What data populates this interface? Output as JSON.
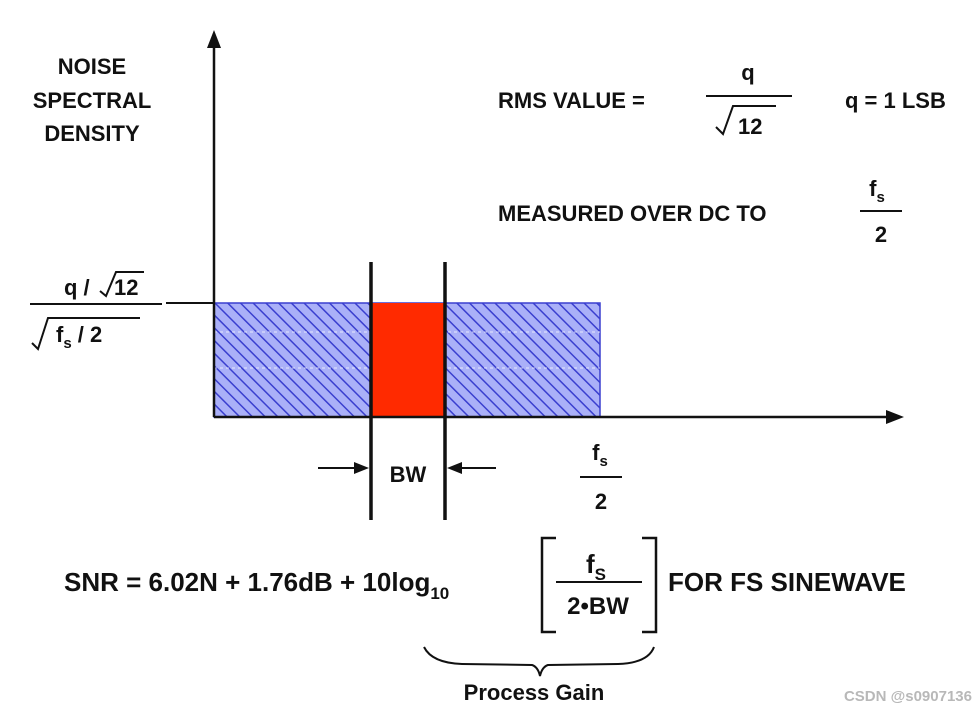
{
  "y_axis_label": [
    "NOISE",
    "SPECTRAL",
    "DENSITY"
  ],
  "rms": {
    "label": "RMS VALUE =",
    "numerator": "q",
    "denominator": "12",
    "q_def": "q = 1 LSB"
  },
  "measured": {
    "label": "MEASURED OVER DC TO",
    "num_base": "f",
    "num_sub": "s",
    "den": "2"
  },
  "level": {
    "num_q": "q /",
    "num_rad": "12",
    "den_base": "f",
    "den_sub": "s",
    "den_rest": " / 2"
  },
  "bw_label": "BW",
  "axis_fs": {
    "base": "f",
    "sub": "s",
    "den": "2"
  },
  "snr": {
    "lhs": "SNR = 6.02N + 1.76dB + 10log",
    "log_sub": "10",
    "frac_num_base": "f",
    "frac_num_sub": "S",
    "frac_den": "2•BW",
    "tail": "FOR FS SINEWAVE"
  },
  "process_gain": "Process Gain",
  "watermark": "CSDN @s0907136",
  "colors": {
    "noise_fill": "#aab0f8",
    "hatch": "#3a3fcf",
    "band": "#ff2a00",
    "ink": "#111111"
  }
}
